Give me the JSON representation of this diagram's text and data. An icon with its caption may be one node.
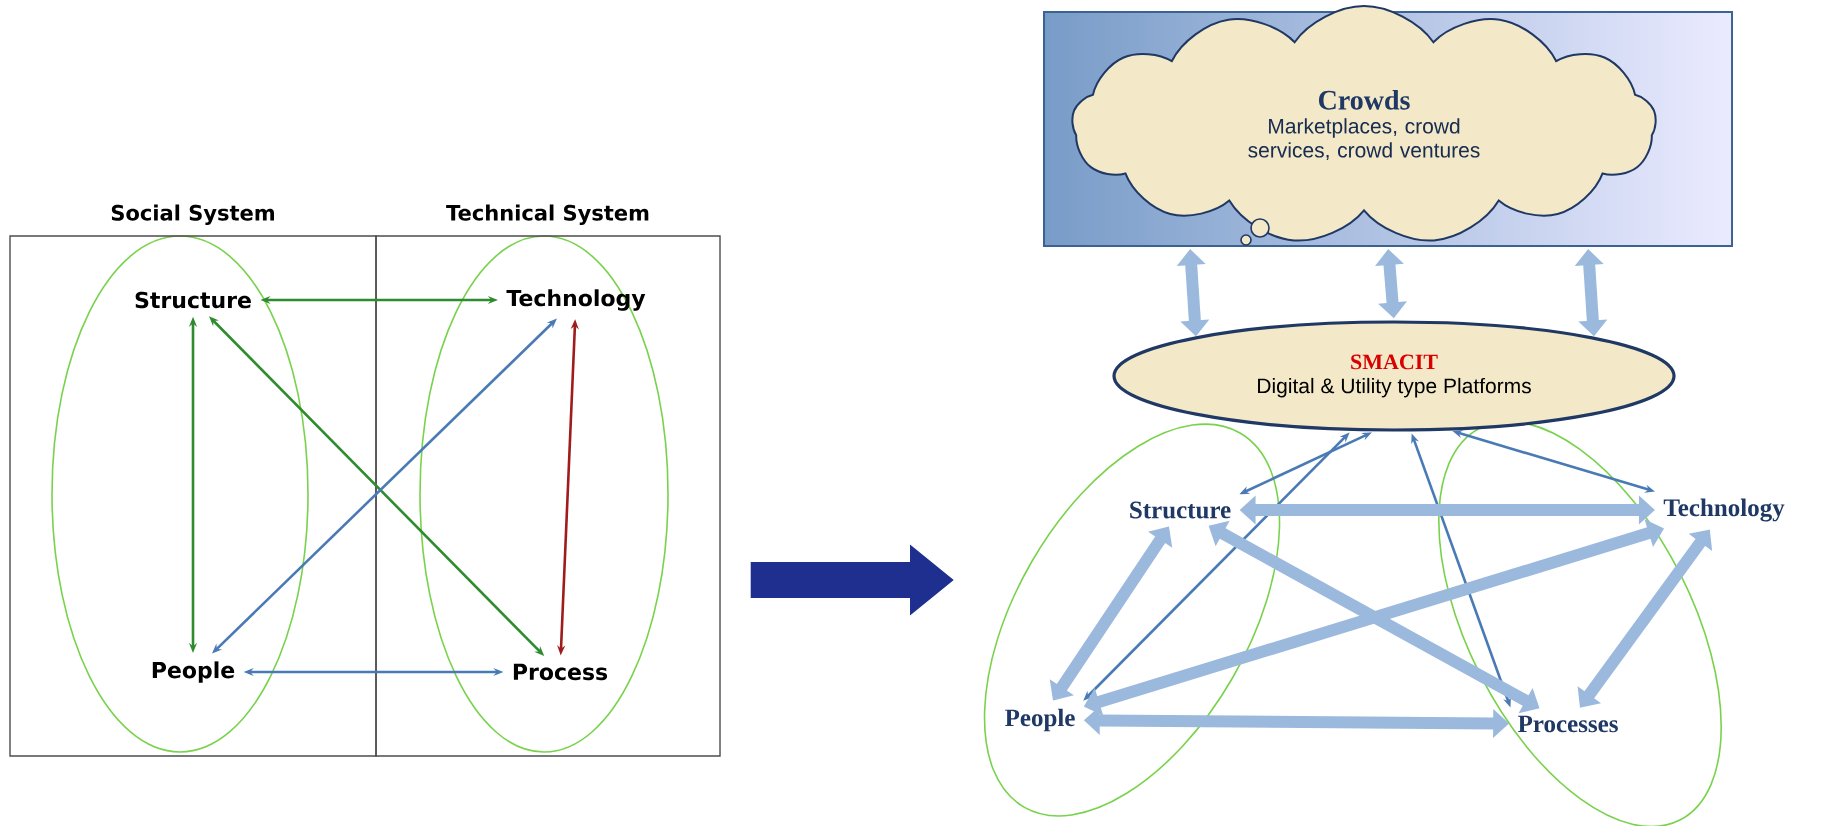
{
  "diagram": {
    "nodes": [
      {
        "text": [
          "Social System"
        ]
      },
      {
        "text": [
          "Technical System"
        ]
      },
      {
        "text": [
          "Structure"
        ],
        "in": 0
      },
      {
        "text": [
          "Technology"
        ],
        "in": 1
      },
      {
        "text": [
          "People"
        ],
        "in": 0
      },
      {
        "text": [
          "Process"
        ],
        "in": 1
      },
      {
        "text": [],
        "shape": "box"
      },
      {
        "text": [
          "Crowds",
          "Marketplaces, crowd services, crowd ventures"
        ],
        "in": 6
      },
      {
        "text": [
          "SMACIT",
          "Digital & Utility type Platforms"
        ]
      },
      {
        "text": [
          "Structure"
        ]
      },
      {
        "text": [
          "Technology"
        ]
      },
      {
        "text": [
          "People"
        ]
      },
      {
        "text": [
          "Processes"
        ]
      }
    ],
    "edges": [
      {
        "from": 2,
        "to": 3,
        "arrow": "both",
        "color": "#2e8b2e"
      },
      {
        "from": 2,
        "to": 4,
        "arrow": "both",
        "color": "#2e8b2e"
      },
      {
        "from": 3,
        "to": 5,
        "arrow": "both",
        "color": "#a01c1c"
      },
      {
        "from": 2,
        "to": 5,
        "arrow": "both",
        "color": "#2e8b2e"
      },
      {
        "from": 3,
        "to": 4,
        "arrow": "both"
      },
      {
        "from": 4,
        "to": 5,
        "arrow": "both"
      },
      {
        "from": 1,
        "to": null,
        "arrow": "to",
        "style": "thick",
        "color": "#1f2f8f"
      },
      {
        "from": 6,
        "to": 8,
        "arrow": "both",
        "style": "thick"
      },
      {
        "from": 6,
        "to": 8,
        "arrow": "both",
        "style": "thick"
      },
      {
        "from": 6,
        "to": 8,
        "arrow": "both",
        "style": "thick"
      },
      {
        "from": 8,
        "to": 11,
        "arrow": "both"
      },
      {
        "from": 8,
        "to": 9,
        "arrow": "both"
      },
      {
        "from": 8,
        "to": 12,
        "arrow": "both"
      },
      {
        "from": 8,
        "to": 10,
        "arrow": "both"
      },
      {
        "from": 9,
        "to": 10,
        "arrow": "both",
        "style": "thick"
      },
      {
        "from": 9,
        "to": 11,
        "arrow": "both",
        "style": "thick"
      },
      {
        "from": 10,
        "to": 11,
        "arrow": "both",
        "style": "thick"
      },
      {
        "from": 9,
        "to": 12,
        "arrow": "both",
        "style": "thick"
      },
      {
        "from": 10,
        "to": 12,
        "arrow": "both",
        "style": "thick"
      },
      {
        "from": 11,
        "to": 12,
        "arrow": "both",
        "style": "thick"
      }
    ]
  }
}
